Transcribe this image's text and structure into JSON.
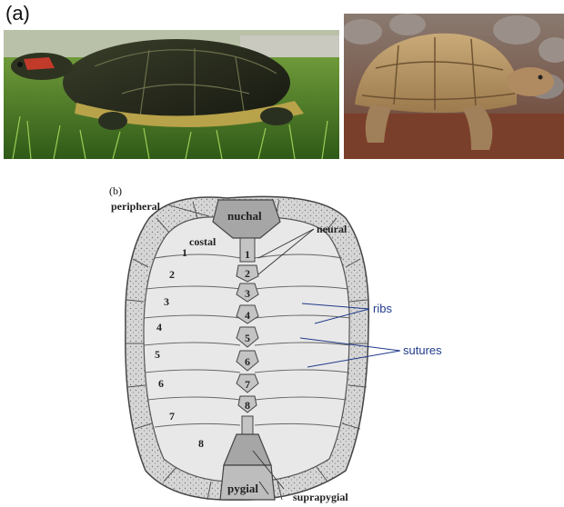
{
  "panel_a": {
    "label": "(a)"
  },
  "panel_b": {
    "label": "(b)"
  },
  "diagram": {
    "labels": {
      "peripheral": "peripheral",
      "nuchal": "nuchal",
      "costal": "costal",
      "neural": "neural",
      "ribs": "ribs",
      "sutures": "sutures",
      "pygial": "pygial",
      "suprapygial": "suprapygial"
    },
    "costal_numbers": [
      "1",
      "2",
      "3",
      "4",
      "5",
      "6",
      "7",
      "8"
    ],
    "neural_numbers": [
      "1",
      "2",
      "3",
      "4",
      "5",
      "6",
      "7",
      "8"
    ]
  },
  "colors": {
    "annotation_blue": "#1f3a8a",
    "bone_gray": "#a6a6a6",
    "plate_fill": "#e8e8e8"
  }
}
